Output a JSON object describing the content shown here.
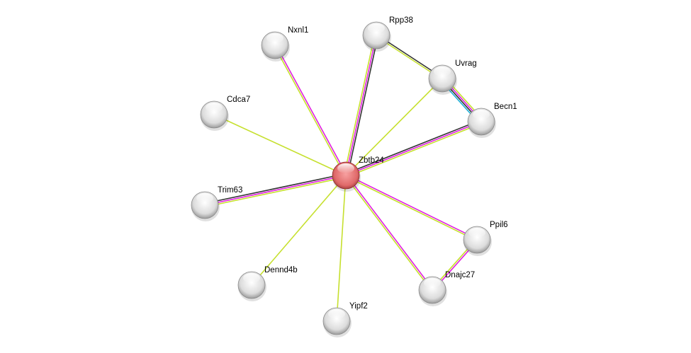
{
  "network": {
    "nodes": [
      {
        "id": "Zbtb24",
        "label": "Zbtb24",
        "query": true
      },
      {
        "id": "Nxnl1",
        "label": "Nxnl1"
      },
      {
        "id": "Rpp38",
        "label": "Rpp38"
      },
      {
        "id": "Uvrag",
        "label": "Uvrag"
      },
      {
        "id": "Becn1",
        "label": "Becn1"
      },
      {
        "id": "Cdca7",
        "label": "Cdca7"
      },
      {
        "id": "Trim63",
        "label": "Trim63"
      },
      {
        "id": "Dennd4b",
        "label": "Dennd4b"
      },
      {
        "id": "Yipf2",
        "label": "Yipf2"
      },
      {
        "id": "Ppil6",
        "label": "Ppil6"
      },
      {
        "id": "Dnajc27",
        "label": "Dnajc27"
      }
    ],
    "edges": [
      {
        "source": "Zbtb24",
        "target": "Nxnl1",
        "evidence": [
          "textmining",
          "experiments"
        ]
      },
      {
        "source": "Zbtb24",
        "target": "Rpp38",
        "evidence": [
          "textmining",
          "experiments",
          "coexpression"
        ]
      },
      {
        "source": "Rpp38",
        "target": "Uvrag",
        "evidence": [
          "coexpression",
          "textmining"
        ]
      },
      {
        "source": "Zbtb24",
        "target": "Uvrag",
        "evidence": [
          "textmining"
        ]
      },
      {
        "source": "Uvrag",
        "target": "Becn1",
        "evidence": [
          "textmining",
          "experiments",
          "coexpression",
          "databases"
        ]
      },
      {
        "source": "Zbtb24",
        "target": "Becn1",
        "evidence": [
          "coexpression",
          "experiments",
          "textmining"
        ]
      },
      {
        "source": "Zbtb24",
        "target": "Cdca7",
        "evidence": [
          "textmining"
        ]
      },
      {
        "source": "Zbtb24",
        "target": "Trim63",
        "evidence": [
          "textmining",
          "experiments",
          "coexpression"
        ]
      },
      {
        "source": "Zbtb24",
        "target": "Dennd4b",
        "evidence": [
          "textmining"
        ]
      },
      {
        "source": "Zbtb24",
        "target": "Yipf2",
        "evidence": [
          "textmining"
        ]
      },
      {
        "source": "Zbtb24",
        "target": "Ppil6",
        "evidence": [
          "experiments",
          "textmining"
        ]
      },
      {
        "source": "Zbtb24",
        "target": "Dnajc27",
        "evidence": [
          "experiments",
          "textmining"
        ]
      },
      {
        "source": "Ppil6",
        "target": "Dnajc27",
        "evidence": [
          "experiments",
          "textmining"
        ]
      }
    ],
    "evidence_colors": {
      "textmining": "#c6e02e",
      "experiments": "#e020e0",
      "coexpression": "#333333",
      "databases": "#20b0d8"
    },
    "node_colors": {
      "query": "#e06a6a",
      "default": "#e8e8e8"
    }
  }
}
